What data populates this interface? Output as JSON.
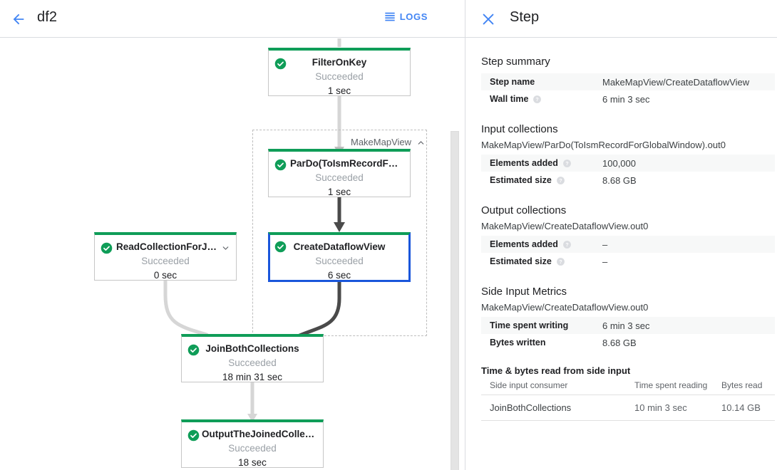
{
  "left_header": {
    "back_icon": "arrow-left-icon",
    "job_title": "df2",
    "logs_icon": "logs-list-icon",
    "logs_label": "LOGS"
  },
  "graph": {
    "composite": {
      "label": "MakeMapView",
      "caret_icon": "chevron-up-icon"
    },
    "nodes": [
      {
        "id": "filter-on-key",
        "title": "FilterOnKey",
        "status": "Succeeded",
        "time": "1 sec",
        "status_icon": "check-circle-icon",
        "selected": false,
        "has_caret": false
      },
      {
        "id": "pardo-toismrecordfor",
        "title": "ParDo(ToIsmRecordFor…",
        "status": "Succeeded",
        "time": "1 sec",
        "status_icon": "check-circle-icon",
        "selected": false,
        "has_caret": false
      },
      {
        "id": "create-dataflow-view",
        "title": "CreateDataflowView",
        "status": "Succeeded",
        "time": "6 sec",
        "status_icon": "check-circle-icon",
        "selected": true,
        "has_caret": false
      },
      {
        "id": "read-collection-for-join",
        "title": "ReadCollectionForJoin",
        "status": "Succeeded",
        "time": "0 sec",
        "status_icon": "check-circle-icon",
        "selected": false,
        "has_caret": true,
        "caret_icon": "chevron-down-icon"
      },
      {
        "id": "join-both-collections",
        "title": "JoinBothCollections",
        "status": "Succeeded",
        "time": "18 min 31 sec",
        "status_icon": "check-circle-icon",
        "selected": false,
        "has_caret": false
      },
      {
        "id": "output-the-joined-collec",
        "title": "OutputTheJoinedCollec…",
        "status": "Succeeded",
        "time": "18 sec",
        "status_icon": "check-circle-icon",
        "selected": false,
        "has_caret": false
      }
    ]
  },
  "right_panel": {
    "close_icon": "close-icon",
    "title": "Step",
    "step_summary": {
      "heading": "Step summary",
      "rows": [
        {
          "key": "Step name",
          "value": "MakeMapView/CreateDataflowView",
          "help": false
        },
        {
          "key": "Wall time",
          "value": "6 min 3 sec",
          "help": true
        }
      ]
    },
    "input_collections": {
      "heading": "Input collections",
      "collection": "MakeMapView/ParDo(ToIsmRecordForGlobalWindow).out0",
      "rows": [
        {
          "key": "Elements added",
          "value": "100,000",
          "help": true
        },
        {
          "key": "Estimated size",
          "value": "8.68 GB",
          "help": true
        }
      ]
    },
    "output_collections": {
      "heading": "Output collections",
      "collection": "MakeMapView/CreateDataflowView.out0",
      "rows": [
        {
          "key": "Elements added",
          "value": "–",
          "help": true
        },
        {
          "key": "Estimated size",
          "value": "–",
          "help": true
        }
      ]
    },
    "side_input_metrics": {
      "heading": "Side Input Metrics",
      "collection": "MakeMapView/CreateDataflowView.out0",
      "rows": [
        {
          "key": "Time spent writing",
          "value": "6 min 3 sec",
          "help": false
        },
        {
          "key": "Bytes written",
          "value": "8.68 GB",
          "help": false
        }
      ]
    },
    "side_input_read": {
      "heading": "Time & bytes read from side input",
      "columns": [
        "Side input consumer",
        "Time spent reading",
        "Bytes read"
      ],
      "rows": [
        [
          "JoinBothCollections",
          "10 min 3 sec",
          "10.14 GB"
        ]
      ]
    }
  },
  "colors": {
    "accent_blue": "#4285f4",
    "selected_blue": "#1a56db",
    "success_green": "#0f9d58",
    "node_bar_green": "#00c853",
    "muted": "#9aa0a6",
    "edge_light": "#d6d6d6",
    "edge_dark": "#4a4a4a"
  }
}
